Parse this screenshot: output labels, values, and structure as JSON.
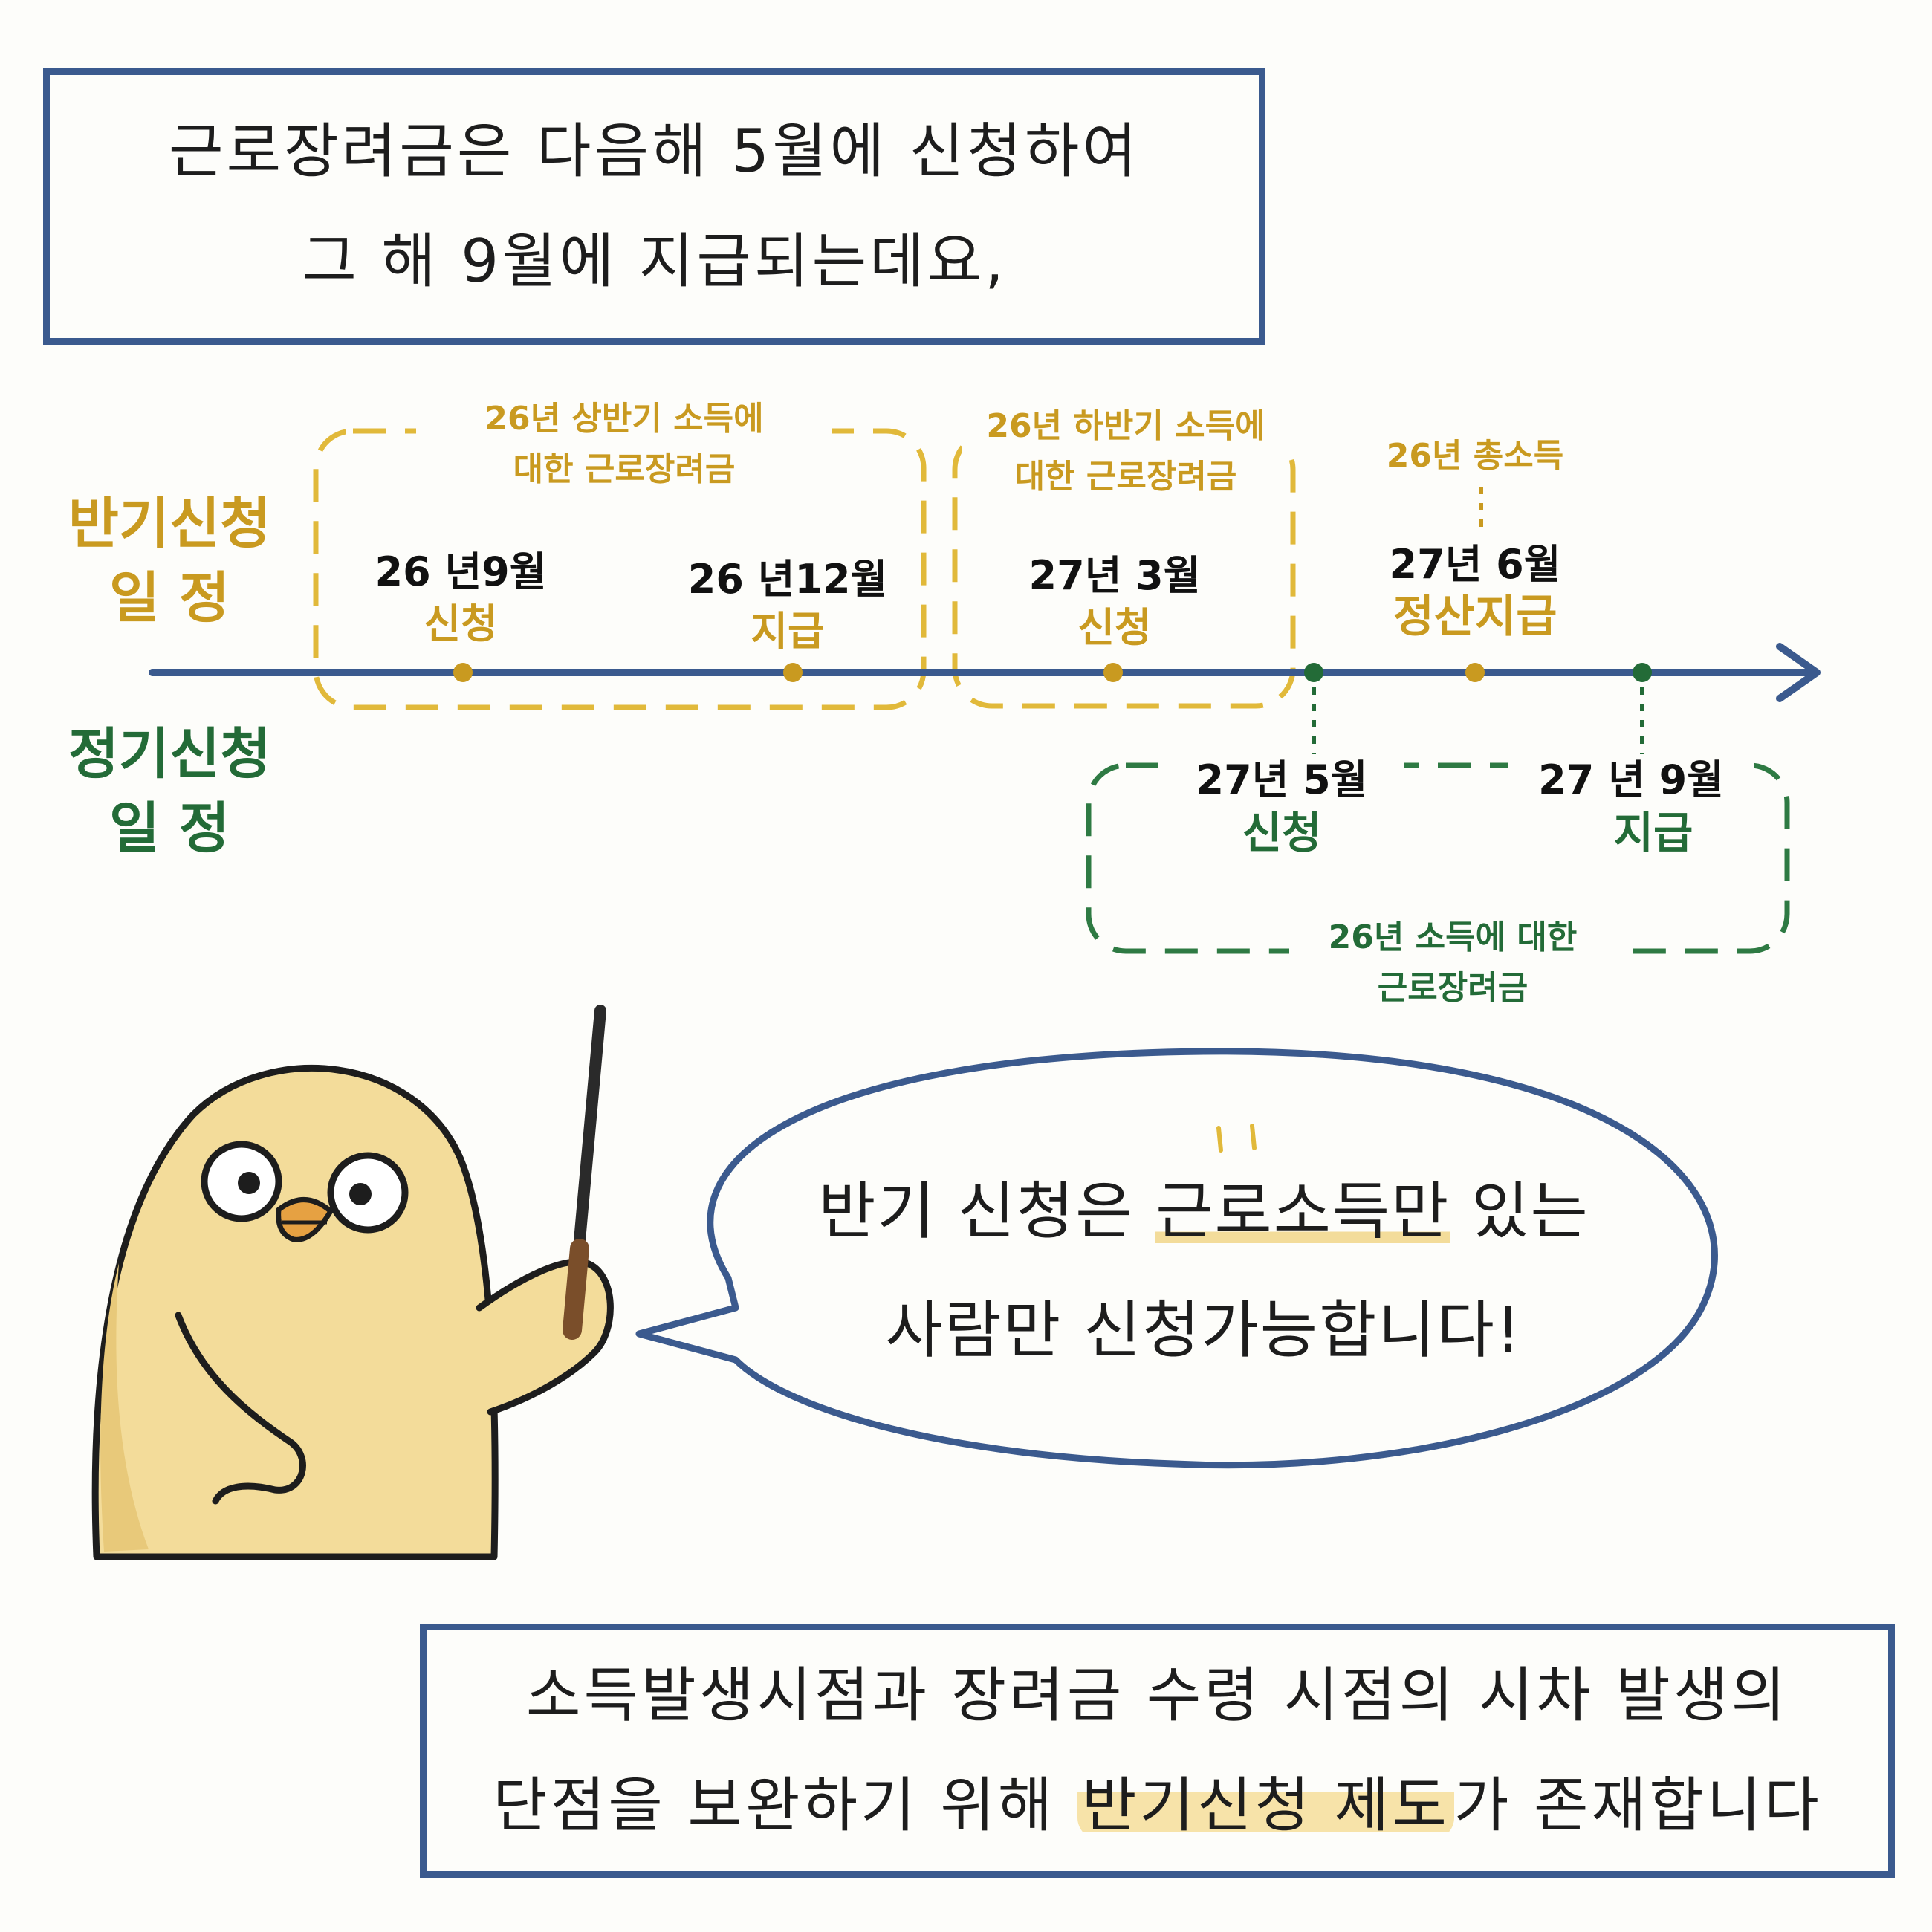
{
  "top_box": {
    "line1": "근로장려금은 다음해 5월에 신청하여",
    "line2": "그 해 9월에 지급되는데요,"
  },
  "timeline": {
    "half_label": {
      "line1": "반기신청",
      "line2": "일 정"
    },
    "regular_label": {
      "line1": "정기신청",
      "line2": "일 정"
    },
    "group1_caption": {
      "line1": "26년 상반기 소득에",
      "line2": "대한 근로장려금"
    },
    "group2_caption": {
      "line1": "26년 하반기 소득에",
      "line2": "대한 근로장려금"
    },
    "total_income": "26년 총소득",
    "events_half": [
      {
        "date": "26 년9월",
        "sub": "신청"
      },
      {
        "date": "26 년12월",
        "sub": "지급"
      },
      {
        "date": "27년 3월",
        "sub": "신청"
      },
      {
        "date": "27년 6월",
        "sub": "정산지급"
      }
    ],
    "events_regular": [
      {
        "date": "27년 5월",
        "sub": "신청"
      },
      {
        "date": "27 년 9월",
        "sub": "지급"
      }
    ],
    "group3_caption": {
      "line1": "26년 소득에 대한",
      "line2": "근로장려금"
    }
  },
  "bubble": {
    "prefix": "반기 신청은 ",
    "emphasis": "근로소득만",
    "suffix": " 있는",
    "line2": "사람만 신청가능합니다!"
  },
  "bottom_box": {
    "line1": "소득발생시점과 장려금 수령 시점의 시차 발생의",
    "line2_prefix": "단점을 보완하기 위해 ",
    "line2_highlight": "반기신청 제도",
    "line2_suffix": "가 존재합니다"
  },
  "colors": {
    "frame_blue": "#3b5a8e",
    "gold": "#c99a20",
    "green": "#236b37",
    "chick": "#f3dc9a",
    "highlight": "#f7e3a9"
  }
}
